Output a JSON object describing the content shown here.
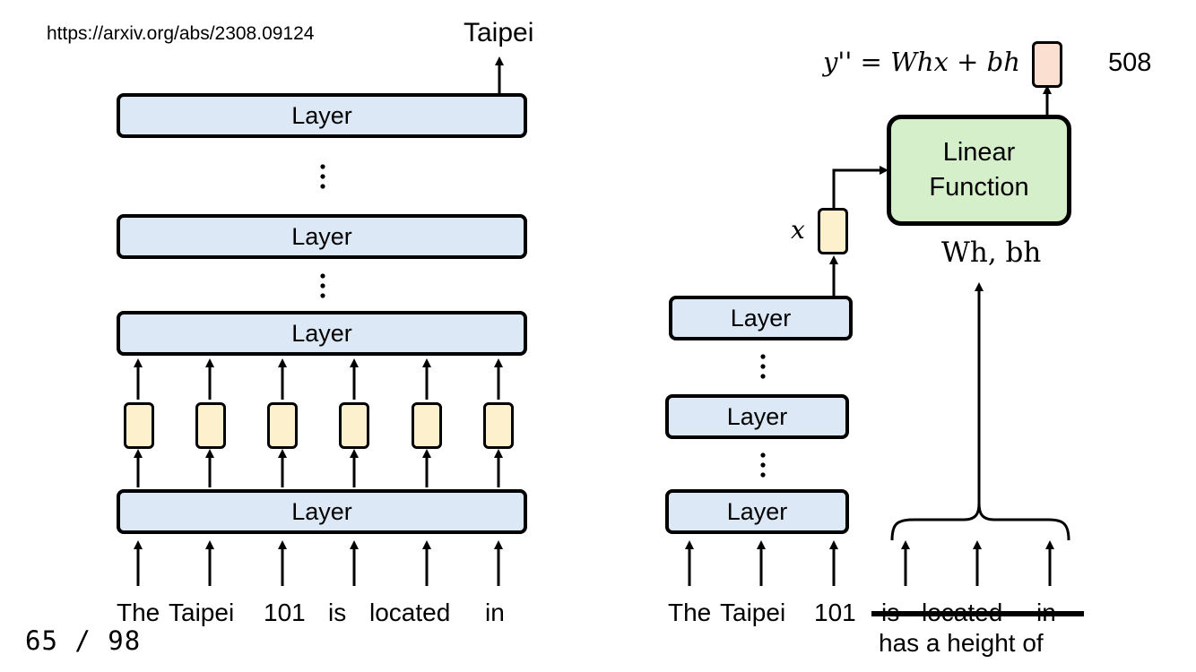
{
  "source_url": "https://arxiv.org/abs/2308.09124",
  "page_number": "65 / 98",
  "slide_number": "508",
  "left_diagram": {
    "output_token": "Taipei",
    "layer_label": "Layer",
    "input_tokens": [
      "The",
      "Taipei",
      "101",
      "is",
      "located",
      "in"
    ]
  },
  "right_diagram": {
    "layer_label": "Layer",
    "input_tokens": [
      "The",
      "Taipei",
      "101"
    ],
    "struck_tokens": [
      "is",
      "located",
      "in"
    ],
    "relation_text": "has a height of",
    "x_label": "x",
    "linear_function_line1": "Linear",
    "linear_function_line2": "Function",
    "params_label": "Wh, bh",
    "equation": "y'' = Whx + bh"
  }
}
